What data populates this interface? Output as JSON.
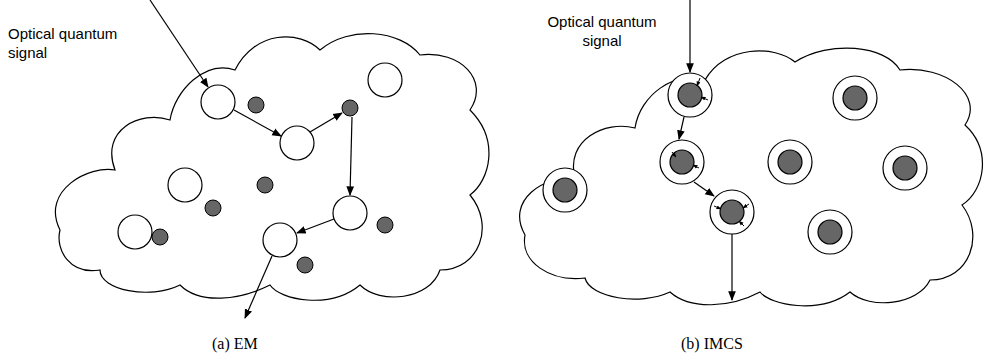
{
  "diagram": {
    "labels": [
      "Optical quantum signal",
      "(a) EM",
      "Optical quantum signal",
      "(b) IMCS"
    ]
  }
}
